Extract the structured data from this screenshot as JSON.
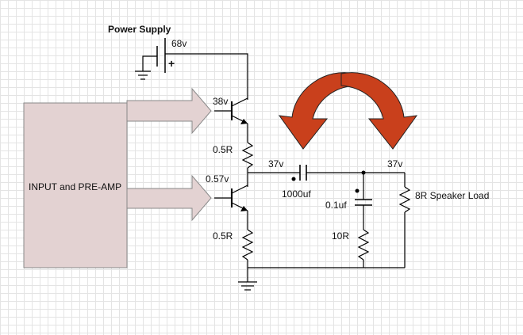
{
  "title": "Power Supply",
  "colors": {
    "wire": "#000000",
    "block_fill": "#e3d2d2",
    "block_stroke": "#888888",
    "arrow_fill": "#e3d2d2",
    "curved_arrow_fill": "#c9401c",
    "curved_arrow_stroke": "#222222"
  },
  "input_block": {
    "label": "INPUT and PRE-AMP"
  },
  "labels": {
    "supply_voltage": "68v",
    "battery_plus": "+",
    "upper_base_voltage": "38v",
    "lower_base_voltage": "0.57v",
    "upper_emitter_resistor": "0.5R",
    "lower_emitter_resistor": "0.5R",
    "midpoint_voltage": "37v",
    "output_voltage": "37v",
    "coupling_capacitor": "1000uf",
    "zobel_capacitor": "0.1uf",
    "zobel_resistor": "10R",
    "speaker_load": "8R Speaker Load"
  }
}
